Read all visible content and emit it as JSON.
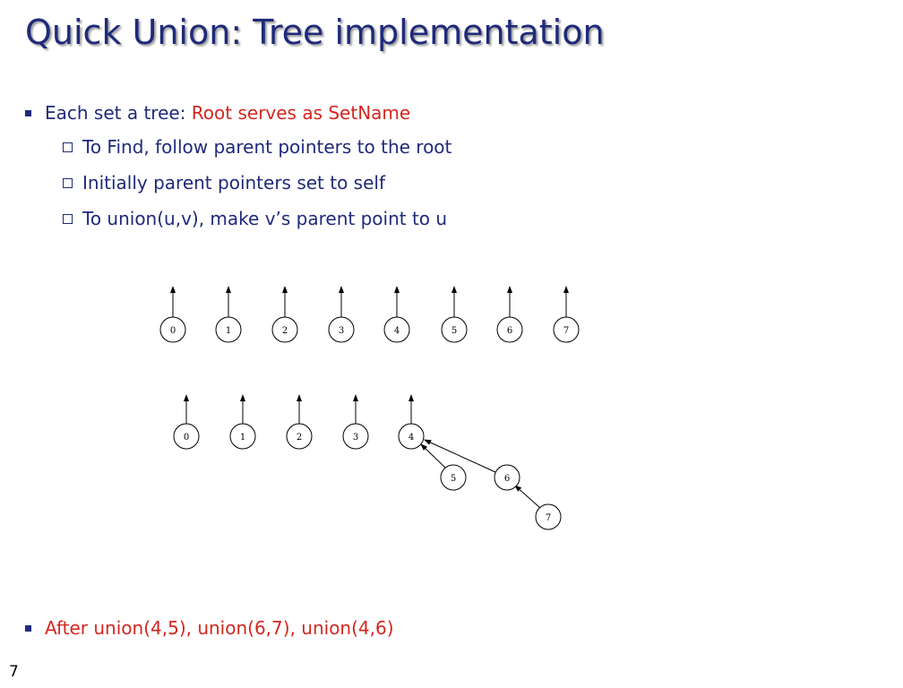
{
  "slide": {
    "title": "Quick Union: Tree implementation",
    "bullet1": {
      "prefix": "Each set a tree:",
      "highlight": "Root serves as SetName"
    },
    "subbullets": [
      "To Find, follow parent pointers to the root",
      "Initially parent pointers set to self",
      "To union(u,v), make v’s parent point to u"
    ],
    "bullet2": "After union(4,5), union(6,7), union(4,6)",
    "page_number": "7"
  },
  "diagram": {
    "initial_nodes": [
      "0",
      "1",
      "2",
      "3",
      "4",
      "5",
      "6",
      "7"
    ],
    "after_nodes": [
      "0",
      "1",
      "2",
      "3",
      "4",
      "5",
      "6",
      "7"
    ],
    "after_parents": {
      "5": "4",
      "6": "4",
      "7": "6"
    }
  }
}
